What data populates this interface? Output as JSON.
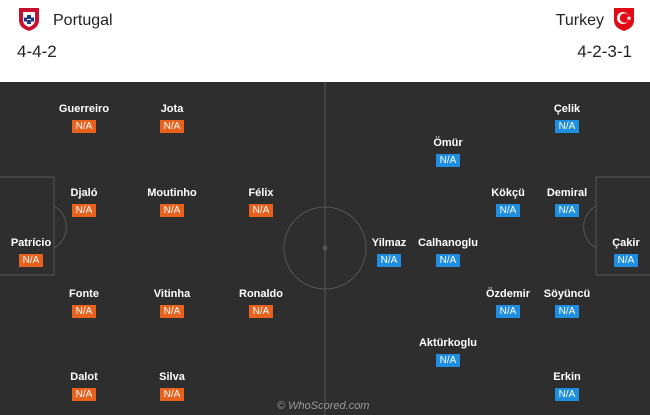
{
  "home": {
    "name": "Portugal",
    "formation": "4-4-2",
    "crest_icon": "portugal-crest-icon",
    "color": "#e8621e",
    "players": [
      {
        "name": "Patrício",
        "rating": "N/A"
      },
      {
        "name": "Dalot",
        "rating": "N/A"
      },
      {
        "name": "Fonte",
        "rating": "N/A"
      },
      {
        "name": "Djaló",
        "rating": "N/A"
      },
      {
        "name": "Guerreiro",
        "rating": "N/A"
      },
      {
        "name": "Silva",
        "rating": "N/A"
      },
      {
        "name": "Vitinha",
        "rating": "N/A"
      },
      {
        "name": "Moutinho",
        "rating": "N/A"
      },
      {
        "name": "Jota",
        "rating": "N/A"
      },
      {
        "name": "Ronaldo",
        "rating": "N/A"
      },
      {
        "name": "Félix",
        "rating": "N/A"
      }
    ]
  },
  "away": {
    "name": "Turkey",
    "formation": "4-2-3-1",
    "crest_icon": "turkey-crest-icon",
    "color": "#1f8ee0",
    "players": [
      {
        "name": "Çakir",
        "rating": "N/A"
      },
      {
        "name": "Çelik",
        "rating": "N/A"
      },
      {
        "name": "Demiral",
        "rating": "N/A"
      },
      {
        "name": "Söyüncü",
        "rating": "N/A"
      },
      {
        "name": "Erkin",
        "rating": "N/A"
      },
      {
        "name": "Kökçü",
        "rating": "N/A"
      },
      {
        "name": "Özdemir",
        "rating": "N/A"
      },
      {
        "name": "Ömür",
        "rating": "N/A"
      },
      {
        "name": "Calhanoglu",
        "rating": "N/A"
      },
      {
        "name": "Aktürkoglu",
        "rating": "N/A"
      },
      {
        "name": "Yilmaz",
        "rating": "N/A"
      }
    ]
  },
  "watermark": "© WhoScored.com"
}
